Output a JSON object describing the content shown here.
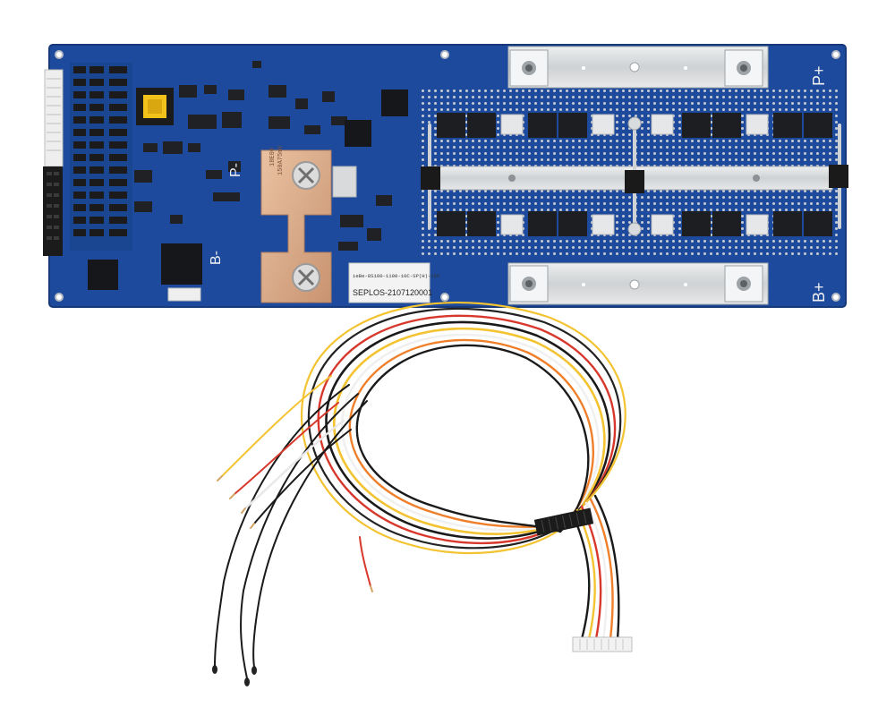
{
  "colors": {
    "background": "#ffffff",
    "pcb_blue": "#1d4a9c",
    "copper": "#d9a882",
    "busbar": "#d7d9db",
    "chip": "#202226",
    "wire_black": "#1a1a1a",
    "wire_red": "#d8382c",
    "wire_yellow": "#f3c331",
    "wire_white": "#f4f4f4",
    "wire_orange": "#ef7f2a"
  },
  "pcb": {
    "terminals": {
      "b_minus": "B-",
      "p_minus": "P-",
      "p_plus": "P+",
      "b_plus": "B+"
    },
    "label_top": "ieBe-8S100-1100-10C-SP(H)-150",
    "label_serial": "SEPLOS-2107120001",
    "shunt_text_1": "18E00",
    "shunt_text_2": "150A75mV"
  }
}
